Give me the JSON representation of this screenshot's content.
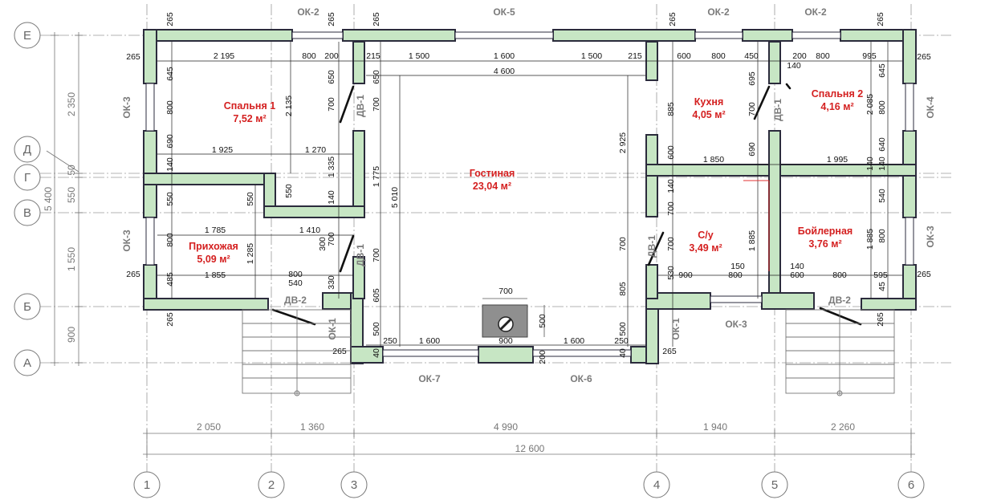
{
  "axes_rows": [
    "Е",
    "Д",
    "Г",
    "В",
    "Б",
    "А"
  ],
  "axes_cols": [
    "1",
    "2",
    "3",
    "4",
    "5",
    "6"
  ],
  "rooms": [
    {
      "name": "Спальня 1",
      "area": "7,52 м²"
    },
    {
      "name": "Прихожая",
      "area": "5,09 м²"
    },
    {
      "name": "Гостиная",
      "area": "23,04 м²"
    },
    {
      "name": "Кухня",
      "area": "4,05 м²"
    },
    {
      "name": "С/у",
      "area": "3,49 м²"
    },
    {
      "name": "Спальня 2",
      "area": "4,16 м²"
    },
    {
      "name": "Бойлерная",
      "area": "3,76 м²"
    }
  ],
  "openings": {
    "ok2_a": "ОК-2",
    "ok5": "ОК-5",
    "ok2_b": "ОК-2",
    "ok2_c": "ОК-2",
    "ok3_left_top": "ОК-3",
    "ok3_left_bottom": "ОК-3",
    "ok4": "ОК-4",
    "ok3_right": "ОК-3",
    "ok3_bottom": "ОК-3",
    "ok7": "ОК-7",
    "ok6": "ОК-6",
    "dv2_left": "ДВ-2",
    "dv2_right": "ДВ-2",
    "ok1_left": "ОК-1",
    "ok1_right": "ОК-1",
    "dv1_a": "ДВ-1",
    "dv1_b": "ДВ-1",
    "dv1_c": "ДВ-1",
    "dv1_d": "ДВ-1"
  },
  "bottom_dims": {
    "d1": "2 050",
    "d2": "1 360",
    "d3": "4 990",
    "d4": "1 940",
    "d5": "2 260",
    "total": "12 600"
  },
  "left_dims": {
    "h_total": "5 400",
    "e_d": "2 350",
    "d_g": "50",
    "g_v": "550",
    "v_b": "1 550",
    "b_a": "900"
  },
  "inner_dims": {
    "t265a": "265",
    "t265b": "265",
    "t265c": "265",
    "t265d": "265",
    "l265a": "265",
    "l265b": "265",
    "l265c": "265",
    "l265d": "265",
    "l265e": "265",
    "l265f": "265",
    "top_2195": "2 195",
    "top_800a": "800",
    "top_200a": "200",
    "top_215a": "215",
    "top_1500a": "1 500",
    "top_1600": "1 600",
    "top_1500b": "1 500",
    "top_215b": "215",
    "top_600": "600",
    "top_800b": "800",
    "top_450": "450",
    "top_200b": "200",
    "top_800c": "800",
    "top_995": "995",
    "top_140": "140",
    "w_4600": "4 600",
    "s1_645": "645",
    "s1_800": "800",
    "s1_690": "690",
    "s1_140": "140",
    "s1_2135": "2 135",
    "s1_650": "650",
    "s1_700": "700",
    "h_1925": "1 925",
    "h_1270": "1 270",
    "v_1335": "1 335",
    "v_550a": "550",
    "v_550b": "550",
    "v_140a": "140",
    "v_1775": "1 775",
    "v_5010": "5 010",
    "p_550": "550",
    "p_800": "800",
    "p_485": "485",
    "p_1785": "1 785",
    "p_1410": "1 410",
    "p_1285": "1 285",
    "p_300": "300",
    "p_700": "700",
    "p_1855": "1 855",
    "p_800b": "800",
    "p_540": "540",
    "p_330": "330",
    "g_700a": "700",
    "g_605": "605",
    "g_500a": "500",
    "g_650": "650",
    "g_700b": "700",
    "g_2925": "2 925",
    "g_700c": "700",
    "g_805": "805",
    "g_500b": "500",
    "f_700": "700",
    "f_500": "500",
    "f_1600a": "1 600",
    "f_900": "900",
    "f_1600b": "1 600",
    "f_250a": "250",
    "f_250b": "250",
    "f_200": "200",
    "f_40a": "40",
    "f_40b": "40",
    "k_885": "885",
    "k_600": "600",
    "k_700": "700",
    "k_695": "695",
    "k_690": "690",
    "k_1850": "1 850",
    "k_1995": "1 995",
    "k_140a": "140",
    "su_700": "700",
    "su_530": "530",
    "su_900": "900",
    "su_150": "150",
    "su_800": "800",
    "su_1885": "1 885",
    "su_140": "140",
    "b_600": "600",
    "b_800": "800",
    "b_595": "595",
    "b_1885": "1 885",
    "b_800v": "800",
    "b_540": "540",
    "b_45": "45",
    "b_140": "140",
    "s2_645": "645",
    "s2_800": "800",
    "s2_2085": "2 085",
    "s2_640": "640",
    "s2_140": "140"
  }
}
